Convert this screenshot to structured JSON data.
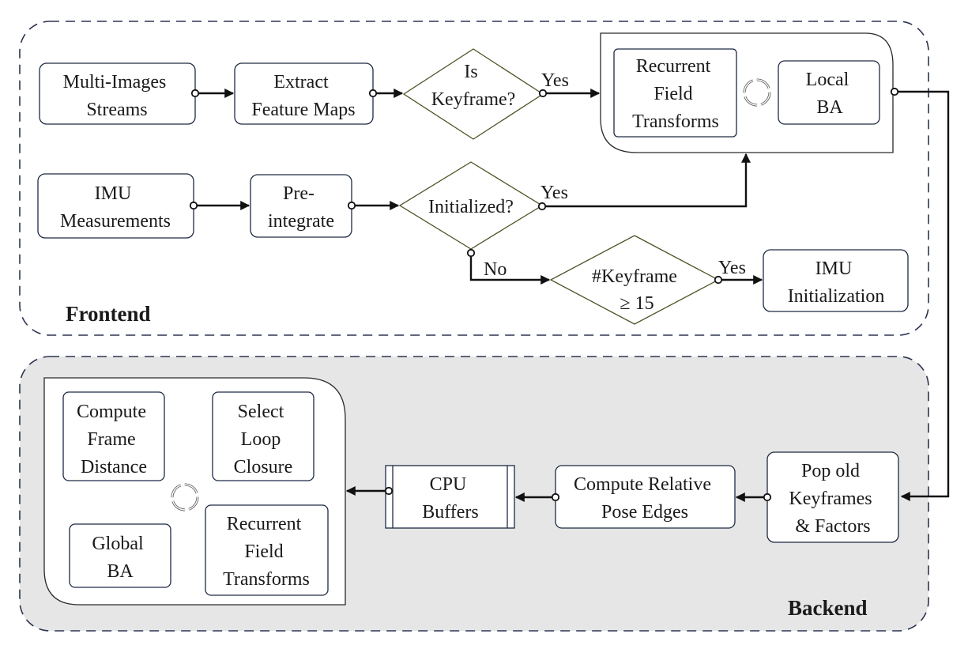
{
  "frontend": {
    "title": "Frontend",
    "multi_images": [
      "Multi-Images",
      "Streams"
    ],
    "extract": [
      "Extract",
      "Feature Maps"
    ],
    "is_keyframe": [
      "Is",
      "Keyframe?"
    ],
    "yes1": "Yes",
    "recurrent": [
      "Recurrent",
      "Field",
      "Transforms"
    ],
    "local_ba": [
      "Local",
      "BA"
    ],
    "imu_meas": [
      "IMU",
      "Measurements"
    ],
    "preintegrate": [
      "Pre-",
      "integrate"
    ],
    "initialized": "Initialized?",
    "yes2": "Yes",
    "no": "No",
    "kf_check": [
      "#Keyframe",
      "≥  15"
    ],
    "yes3": "Yes",
    "imu_init": [
      "IMU",
      "Initialization"
    ]
  },
  "backend": {
    "title": "Backend",
    "compute_dist": [
      "Compute",
      "Frame",
      "Distance"
    ],
    "select_loop": [
      "Select",
      "Loop",
      "Closure"
    ],
    "global_ba": [
      "Global",
      "BA"
    ],
    "recurrent": [
      "Recurrent",
      "Field",
      "Transforms"
    ],
    "cpu": [
      "CPU",
      "Buffers"
    ],
    "rel_pose": [
      "Compute Relative",
      "Pose Edges"
    ],
    "pop": [
      "Pop old",
      "Keyframes",
      "& Factors"
    ]
  }
}
